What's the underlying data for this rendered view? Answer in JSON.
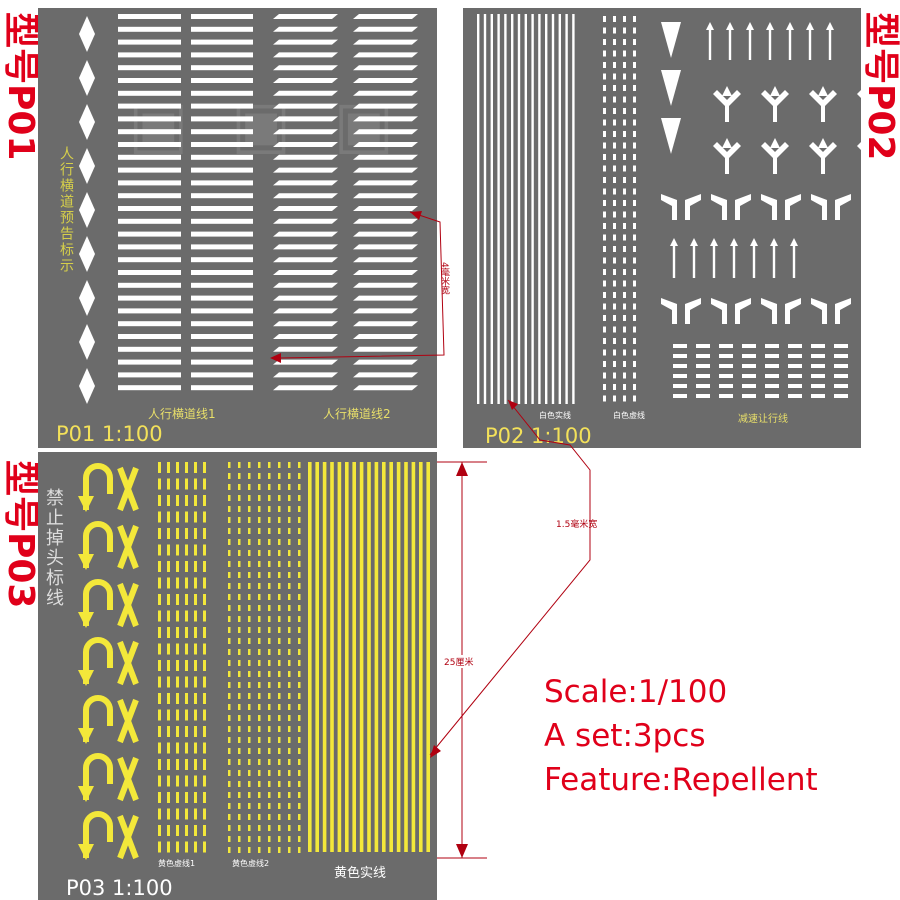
{
  "sheets": {
    "p01": {
      "model_label": "型号P01",
      "id_label": "P01 1:100",
      "vertical_caption": "人行横道预告标示",
      "caption_1": "人行横道线1",
      "caption_2": "人行横道线2"
    },
    "p02": {
      "model_label": "型号P02",
      "id_label": "P02 1:100",
      "caption_1": "白色实线",
      "caption_2": "白色虚线",
      "caption_3": "减速让行线"
    },
    "p03": {
      "model_label": "型号P03",
      "id_label": "P03 1:100",
      "vertical_caption": "禁止掉头标线",
      "caption_1": "黄色虚线1",
      "caption_2": "黄色虚线2",
      "caption_3": "黄色实线"
    }
  },
  "annotations": {
    "width_4mm": "4毫米宽",
    "width_1_5mm": "1.5毫米宽",
    "length_25cm": "25厘米"
  },
  "info": {
    "scale": "Scale:1/100",
    "set": "A set:3pcs",
    "feature": "Feature:Repellent"
  },
  "colors": {
    "sheet": "#6b6b6b",
    "marking_white": "#ffffff",
    "marking_yellow": "#f3e83a",
    "label_red": "#e0001a",
    "annotation_red": "#b00010"
  }
}
